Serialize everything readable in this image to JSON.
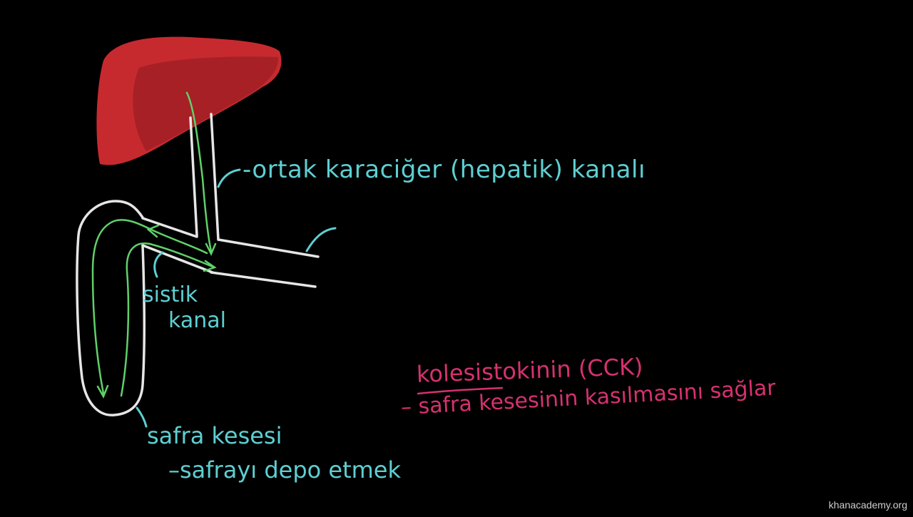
{
  "labels": {
    "hepatic_duct": "-ortak karaciğer (hepatik) kanalı",
    "cystic_duct_line1": "sistik",
    "cystic_duct_line2": "kanal",
    "gallbladder": "safra kesesi",
    "gallbladder_function": "–safrayı depo etmek",
    "cck_title": "kolesistokinin (CCK)",
    "cck_function": "– safra kesesinin kasılmasını sağlar"
  },
  "watermark": "khanacademy.org",
  "colors": {
    "background": "#000000",
    "liver": "#c62a2f",
    "liver_shade": "#a11f25",
    "ducts": "#e6e6e6",
    "bile_flow_arrows": "#5fd16a",
    "teal_text": "#5ecfd2",
    "pink_text": "#d6316f"
  }
}
